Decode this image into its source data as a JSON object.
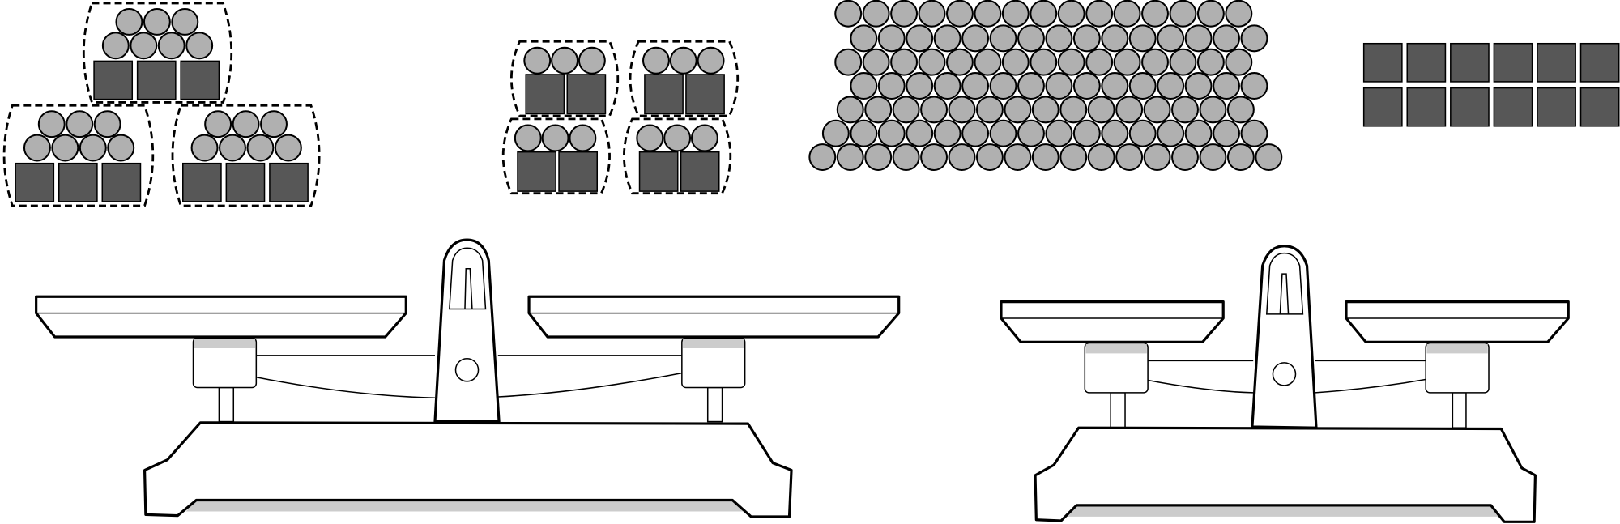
{
  "colors": {
    "circle": "#b0b0b0",
    "square": "#575757",
    "stroke": "#000000",
    "shadow": "#cccccc",
    "background": "#ffffff"
  },
  "large_groups": {
    "count": 3,
    "circles_per_group": 7,
    "squares_per_group": 3
  },
  "small_groups": {
    "count": 4,
    "circles_per_group": 3,
    "squares_per_group": 2
  },
  "circle_pile": {
    "row_counts": [
      15,
      15,
      15,
      15,
      15,
      16,
      17
    ]
  },
  "square_block": {
    "rows": 2,
    "columns": 6
  },
  "balances": [
    {
      "name": "left-balance"
    },
    {
      "name": "right-balance"
    }
  ]
}
